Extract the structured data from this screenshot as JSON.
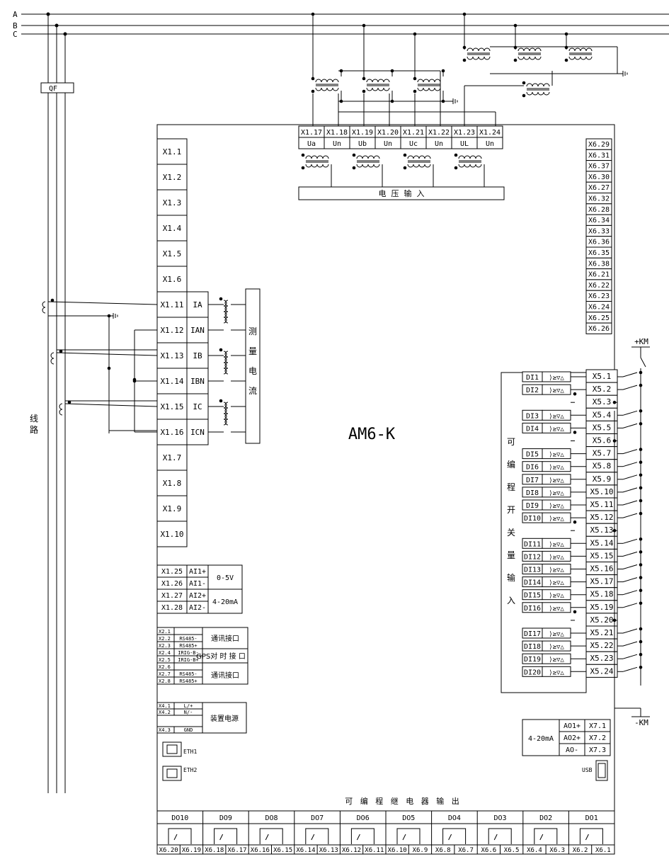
{
  "phases": [
    "A",
    "B",
    "C"
  ],
  "breaker_label": "QF",
  "line_label": [
    "线",
    "路"
  ],
  "device_model": "AM6-K",
  "voltage_terminals": [
    {
      "term": "X1.17",
      "sig": "Ua"
    },
    {
      "term": "X1.18",
      "sig": "Un"
    },
    {
      "term": "X1.19",
      "sig": "Ub"
    },
    {
      "term": "X1.20",
      "sig": "Un"
    },
    {
      "term": "X1.21",
      "sig": "Uc"
    },
    {
      "term": "X1.22",
      "sig": "Un"
    },
    {
      "term": "X1.23",
      "sig": "UL"
    },
    {
      "term": "X1.24",
      "sig": "Un"
    }
  ],
  "voltage_input_label": "电  压  输  入",
  "left_terminals_top": [
    "X1.1",
    "X1.2",
    "X1.3",
    "X1.4",
    "X1.5",
    "X1.6"
  ],
  "current_terminals": [
    {
      "term": "X1.11",
      "sig": "IA"
    },
    {
      "term": "X1.12",
      "sig": "IAN"
    },
    {
      "term": "X1.13",
      "sig": "IB"
    },
    {
      "term": "X1.14",
      "sig": "IBN"
    },
    {
      "term": "X1.15",
      "sig": "IC"
    },
    {
      "term": "X1.16",
      "sig": "ICN"
    }
  ],
  "current_label": [
    "测",
    "量",
    "电",
    "流"
  ],
  "left_terminals_bottom": [
    "X1.7",
    "X1.8",
    "X1.9",
    "X1.10"
  ],
  "analog_inputs": [
    {
      "term": "X1.25",
      "sig": "AI1+"
    },
    {
      "term": "X1.26",
      "sig": "AI1-"
    },
    {
      "term": "X1.27",
      "sig": "AI2+"
    },
    {
      "term": "X1.28",
      "sig": "AI2-"
    }
  ],
  "analog_ranges": [
    "0-5V",
    "4-20mA"
  ],
  "comm_terminals": [
    {
      "term": "X2.1",
      "sig": ""
    },
    {
      "term": "X2.2",
      "sig": "RS485-"
    },
    {
      "term": "X2.3",
      "sig": "RS485+"
    },
    {
      "term": "X2.4",
      "sig": "IRIG-B-"
    },
    {
      "term": "X2.5",
      "sig": "IRIG-B+"
    },
    {
      "term": "X2.6",
      "sig": ""
    },
    {
      "term": "X2.7",
      "sig": "RS485-"
    },
    {
      "term": "X2.8",
      "sig": "RS485+"
    }
  ],
  "comm_labels": [
    "通讯接口",
    "GPS对 时 接 口",
    "通讯接口"
  ],
  "power_terminals": [
    {
      "term": "X4.1",
      "sig": "L/+"
    },
    {
      "term": "X4.2",
      "sig": "N/-"
    },
    {
      "term": "X4.3",
      "sig": "GND"
    }
  ],
  "power_label": "装置电源",
  "eth_ports": [
    "ETH1",
    "ETH2"
  ],
  "x6_right": [
    "X6.29",
    "X6.31",
    "X6.37",
    "X6.30",
    "X6.27",
    "X6.32",
    "X6.28",
    "X6.34",
    "X6.33",
    "X6.36",
    "X6.35",
    "X6.38",
    "X6.21",
    "X6.22",
    "X6.23",
    "X6.24",
    "X6.25",
    "X6.26"
  ],
  "km_plus": "+KM",
  "km_minus": "-KM",
  "di_inputs": [
    {
      "di": "DI1",
      "term": "X5.1"
    },
    {
      "di": "DI2",
      "term": "X5.2"
    },
    {
      "di": "",
      "term": "X5.3"
    },
    {
      "di": "DI3",
      "term": "X5.4"
    },
    {
      "di": "DI4",
      "term": "X5.5"
    },
    {
      "di": "",
      "term": "X5.6"
    },
    {
      "di": "DI5",
      "term": "X5.7"
    },
    {
      "di": "DI6",
      "term": "X5.8"
    },
    {
      "di": "DI7",
      "term": "X5.9"
    },
    {
      "di": "DI8",
      "term": "X5.10"
    },
    {
      "di": "DI9",
      "term": "X5.11"
    },
    {
      "di": "DI10",
      "term": "X5.12"
    },
    {
      "di": "",
      "term": "X5.13"
    },
    {
      "di": "DI11",
      "term": "X5.14"
    },
    {
      "di": "DI12",
      "term": "X5.15"
    },
    {
      "di": "DI13",
      "term": "X5.16"
    },
    {
      "di": "DI14",
      "term": "X5.17"
    },
    {
      "di": "DI15",
      "term": "X5.18"
    },
    {
      "di": "DI16",
      "term": "X5.19"
    },
    {
      "di": "",
      "term": "X5.20"
    },
    {
      "di": "DI17",
      "term": "X5.21"
    },
    {
      "di": "DI18",
      "term": "X5.22"
    },
    {
      "di": "DI19",
      "term": "X5.23"
    },
    {
      "di": "DI20",
      "term": "X5.24"
    }
  ],
  "di_group_label": [
    "可",
    "编",
    "程",
    "开",
    "关",
    "量",
    "输",
    "入"
  ],
  "analog_outputs": [
    {
      "sig": "AO1+",
      "term": "X7.1"
    },
    {
      "sig": "AO2+",
      "term": "X7.2"
    },
    {
      "sig": "AO-",
      "term": "X7.3"
    }
  ],
  "ao_range": "4-20mA",
  "usb_label": "USB",
  "relay_output_label": "可   编   程   继   电   器   输   出",
  "relay_outputs": [
    "DO10",
    "DO9",
    "DO8",
    "DO7",
    "DO6",
    "DO5",
    "DO4",
    "DO3",
    "DO2",
    "DO1"
  ],
  "relay_terminals": [
    "X6.20",
    "X6.19",
    "X6.18",
    "X6.17",
    "X6.16",
    "X6.15",
    "X6.14",
    "X6.13",
    "X6.12",
    "X6.11",
    "X6.10",
    "X6.9",
    "X6.8",
    "X6.7",
    "X6.6",
    "X6.5",
    "X6.4",
    "X6.3",
    "X6.2",
    "X6.1"
  ]
}
